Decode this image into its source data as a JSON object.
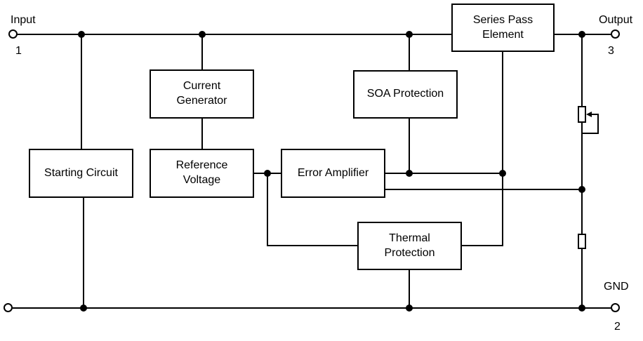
{
  "diagram": {
    "blocks": {
      "series_pass_element": "Series Pass\nElement",
      "current_generator": "Current\nGenerator",
      "soa_protection": "SOA Protection",
      "starting_circuit": "Starting Circuit",
      "reference_voltage": "Reference\nVoltage",
      "error_amplifier": "Error Amplifier",
      "thermal_protection": "Thermal\nProtection"
    },
    "terminals": {
      "input": {
        "label": "Input",
        "pin": "1"
      },
      "output": {
        "label": "Output",
        "pin": "3"
      },
      "gnd": {
        "label": "GND",
        "pin": "2"
      }
    },
    "colors": {
      "line": "#000000",
      "background": "#ffffff",
      "text": "#000000"
    }
  }
}
